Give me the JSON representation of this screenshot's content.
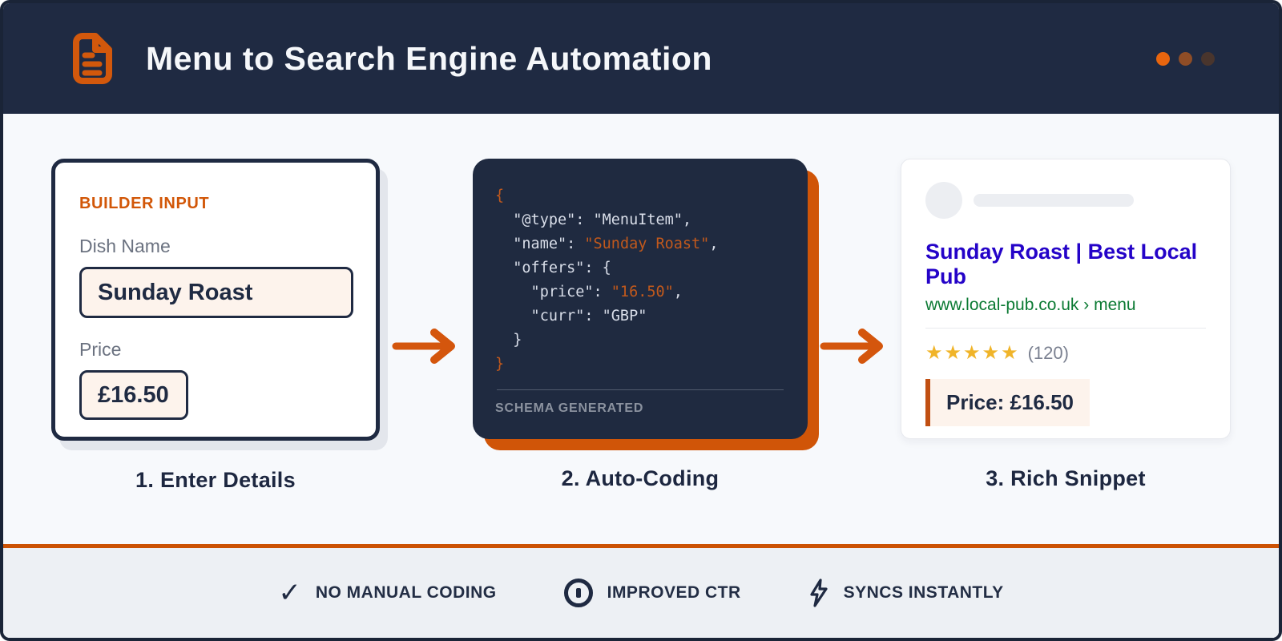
{
  "header": {
    "title": "Menu to Search Engine Automation"
  },
  "window_dots": [
    "#e8650e",
    "#8f4d26",
    "#49352d"
  ],
  "steps": {
    "step1_caption": "1. Enter Details",
    "step2_caption": "2. Auto-Coding",
    "step3_caption": "3. Rich Snippet"
  },
  "builder": {
    "heading": "BUILDER INPUT",
    "dish_label": "Dish Name",
    "dish_value": "Sunday Roast",
    "price_label": "Price",
    "price_value": "£16.50"
  },
  "code": {
    "lines": [
      [
        {
          "t": "{",
          "c": "accent"
        }
      ],
      [
        {
          "t": "  \"@type\": \"MenuItem\",",
          "c": "plain"
        }
      ],
      [
        {
          "t": "  \"name\": ",
          "c": "plain"
        },
        {
          "t": "\"Sunday Roast\"",
          "c": "accent"
        },
        {
          "t": ",",
          "c": "plain"
        }
      ],
      [
        {
          "t": "  \"offers\": {",
          "c": "plain"
        }
      ],
      [
        {
          "t": "    \"price\": ",
          "c": "plain"
        },
        {
          "t": "\"16.50\"",
          "c": "accent"
        },
        {
          "t": ",",
          "c": "plain"
        }
      ],
      [
        {
          "t": "    \"curr\": \"GBP\"",
          "c": "plain"
        }
      ],
      [
        {
          "t": "  }",
          "c": "plain"
        }
      ],
      [
        {
          "t": "}",
          "c": "accent"
        }
      ]
    ],
    "status": "SCHEMA GENERATED"
  },
  "snippet": {
    "title": "Sunday Roast | Best Local Pub",
    "url": "www.local-pub.co.uk › menu",
    "stars": "★★★★★",
    "reviews": "(120)",
    "price": "Price: £16.50"
  },
  "footer": {
    "features": [
      {
        "icon": "check-icon",
        "label": "NO MANUAL CODING"
      },
      {
        "icon": "target-icon",
        "label": "IMPROVED CTR"
      },
      {
        "icon": "bolt-icon",
        "label": "SYNCS INSTANTLY"
      }
    ]
  },
  "colors": {
    "accent_orange": "#d4570e",
    "navy": "#1f2a42",
    "code_value_orange": "#c2591c",
    "result_link_blue": "#2403c8",
    "result_url_green": "#0b7a33",
    "star_gold": "#f0b429",
    "input_cream": "#fdf3ec"
  }
}
